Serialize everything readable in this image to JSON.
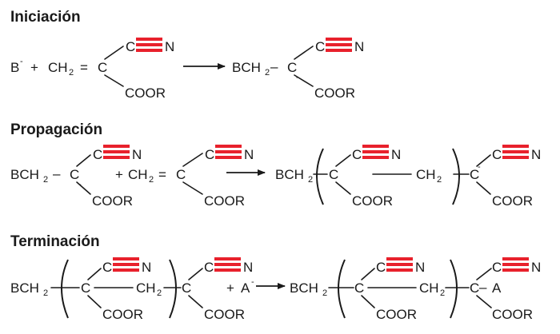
{
  "sections": {
    "initiation": "Iniciación",
    "propagation": "Propagación",
    "termination": "Terminación"
  },
  "atoms": {
    "initiator": "B",
    "minus": "-",
    "plus": "+",
    "ch": "CH",
    "two": "2",
    "eq": "=",
    "c": "C",
    "n": "N",
    "coor": "COOR",
    "bch": "BCH",
    "dash": "–",
    "a": "A"
  },
  "colors": {
    "triple_bond": "#e8212c",
    "ink": "#1a1a1a"
  }
}
